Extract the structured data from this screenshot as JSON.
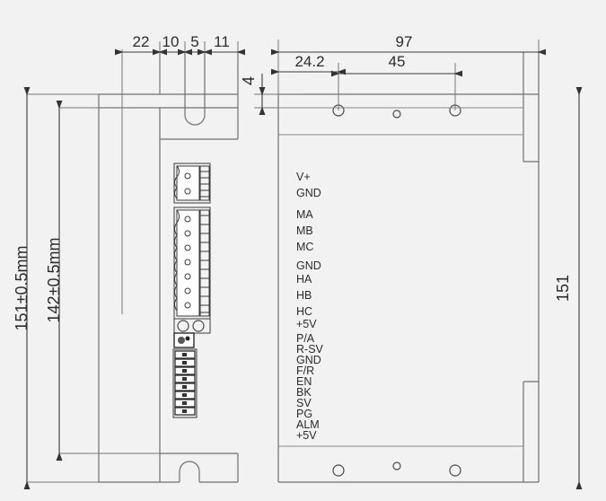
{
  "drawing": {
    "title": "Motor driver mechanical dimension drawing",
    "background_color": "#f2f2f2",
    "line_color": "#6f6f6f",
    "text_color": "#2b2b2b"
  },
  "dimensions": {
    "side_view": {
      "top": [
        {
          "name": "width-22",
          "value": "22"
        },
        {
          "name": "width-10",
          "value": "10"
        },
        {
          "name": "width-5",
          "value": "5"
        },
        {
          "name": "width-11",
          "value": "11"
        }
      ],
      "left": [
        {
          "name": "overall-height",
          "value": "151±0.5mm"
        },
        {
          "name": "mount-height",
          "value": "142±0.5mm"
        }
      ]
    },
    "front_view": {
      "top": [
        {
          "name": "overall-width",
          "value": "97"
        },
        {
          "name": "hole-offset",
          "value": "24.2"
        },
        {
          "name": "hole-spacing",
          "value": "45"
        }
      ],
      "left": [
        {
          "name": "flange-thickness",
          "value": "4"
        }
      ],
      "right": [
        {
          "name": "overall-height",
          "value": "151"
        }
      ]
    }
  },
  "terminals": {
    "power_signal": [
      {
        "label": "V+"
      },
      {
        "label": "GND"
      },
      {
        "label": "MA"
      },
      {
        "label": "MB"
      },
      {
        "label": "MC"
      },
      {
        "label": "GND"
      },
      {
        "label": "HA"
      },
      {
        "label": "HB"
      },
      {
        "label": "HC"
      },
      {
        "label": "+5V"
      }
    ],
    "control": [
      {
        "label": "P/A"
      },
      {
        "label": "R-SV"
      },
      {
        "label": "GND"
      },
      {
        "label": "F/R"
      },
      {
        "label": "EN"
      },
      {
        "label": "BK"
      },
      {
        "label": "SV"
      },
      {
        "label": "PG"
      },
      {
        "label": "ALM"
      },
      {
        "label": "+5V"
      }
    ]
  }
}
